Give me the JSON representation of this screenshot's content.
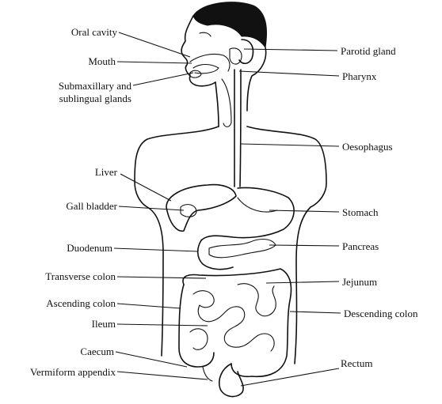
{
  "labels": {
    "oral_cavity": "Oral cavity",
    "mouth": "Mouth",
    "salivary_1": "Submaxillary and",
    "salivary_2": "sublingual glands",
    "liver": "Liver",
    "gall_bladder": "Gall bladder",
    "duodenum": "Duodenum",
    "transverse_colon": "Transverse colon",
    "ascending_colon": "Ascending colon",
    "ileum": "Ileum",
    "caecum": "Caecum",
    "vermiform_appendix": "Vermiform appendix",
    "parotid_gland": "Parotid gland",
    "pharynx": "Pharynx",
    "oesophagus": "Oesophagus",
    "stomach": "Stomach",
    "pancreas": "Pancreas",
    "jejunum": "Jejunum",
    "descending_colon": "Descending colon",
    "rectum": "Rectum"
  },
  "colors": {
    "ink": "#111111",
    "background": "#ffffff"
  }
}
